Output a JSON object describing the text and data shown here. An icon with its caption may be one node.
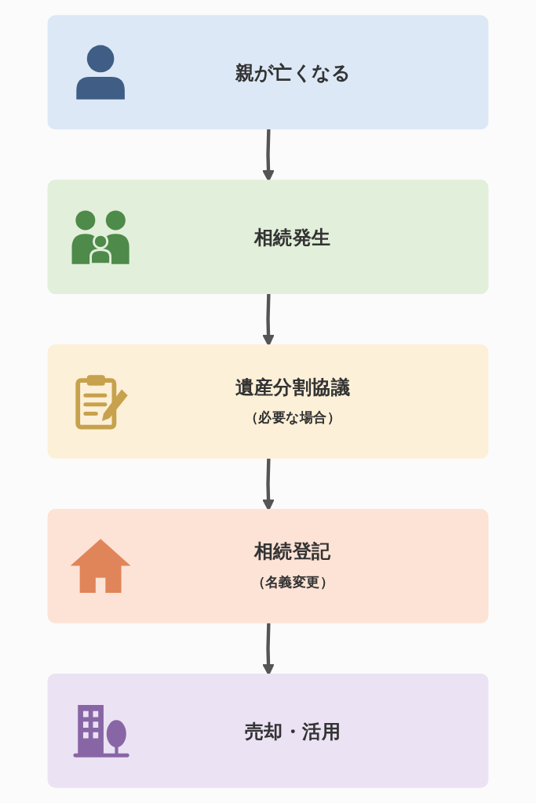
{
  "diagram": {
    "nodes": [
      {
        "text": [
          "親が亡くなる"
        ]
      },
      {
        "text": [
          "相続発生"
        ]
      },
      {
        "text": [
          "遺産分割協議",
          "（必要な場合）"
        ]
      },
      {
        "text": [
          "相続登記",
          "（名義変更）"
        ]
      },
      {
        "text": [
          "売却・活用"
        ]
      }
    ],
    "edges": [
      {
        "from": 0,
        "to": 1,
        "arrow": "to"
      },
      {
        "from": 1,
        "to": 2,
        "arrow": "to"
      },
      {
        "from": 2,
        "to": 3,
        "arrow": "to"
      },
      {
        "from": 3,
        "to": 4,
        "arrow": "to"
      }
    ]
  }
}
